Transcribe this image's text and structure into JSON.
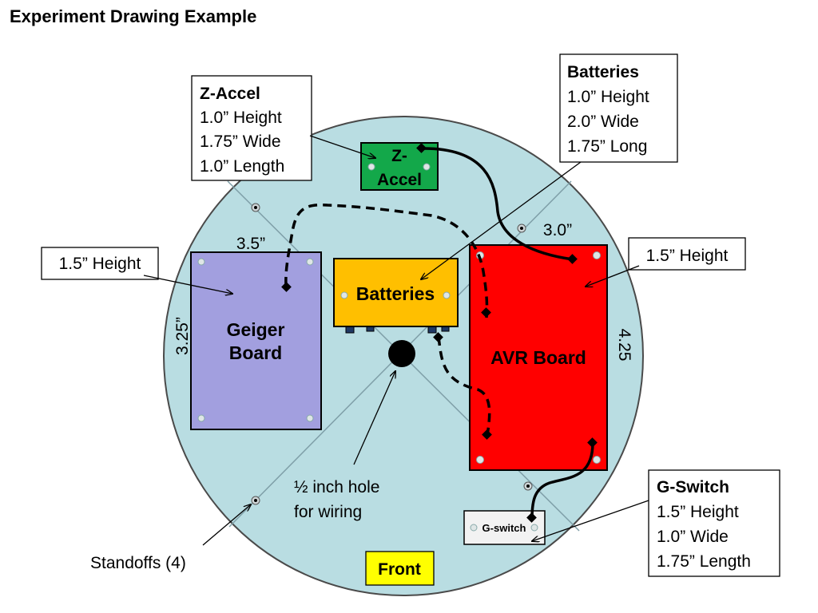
{
  "title": "Experiment Drawing Example",
  "colors": {
    "plate": "#b9dde2",
    "geiger": "#a29fdf",
    "batteries": "#ffbf00",
    "avr": "#ff0000",
    "zaccel": "#13a84a",
    "gswitch": "#f2f2f2",
    "front": "#ffff00"
  },
  "components": {
    "zaccel": {
      "line1": "Z-",
      "line2": "Accel"
    },
    "batteries": {
      "label": "Batteries"
    },
    "geiger": {
      "line1": "Geiger",
      "line2": "Board"
    },
    "avr": {
      "label": "AVR Board"
    },
    "gswitch": {
      "label": "G-switch"
    }
  },
  "dimensions": {
    "geiger_width": "3.5”",
    "geiger_height": "3.25”",
    "avr_width": "3.0”",
    "avr_height": "4.25"
  },
  "callouts": {
    "zaccel": {
      "title": "Z-Accel",
      "lines": [
        "1.0” Height",
        "1.75” Wide",
        "1.0” Length"
      ]
    },
    "batteries": {
      "title": "Batteries",
      "lines": [
        "1.0” Height",
        "2.0” Wide",
        "1.75” Long"
      ]
    },
    "geiger_height": "1.5” Height",
    "avr_height": "1.5” Height",
    "gswitch": {
      "title": "G-Switch",
      "lines": [
        "1.5” Height",
        "1.0” Wide",
        "1.75” Length"
      ]
    }
  },
  "notes": {
    "hole_line1": "½ inch hole",
    "hole_line2": "for wiring",
    "standoffs": "Standoffs (4)",
    "front": "Front"
  }
}
